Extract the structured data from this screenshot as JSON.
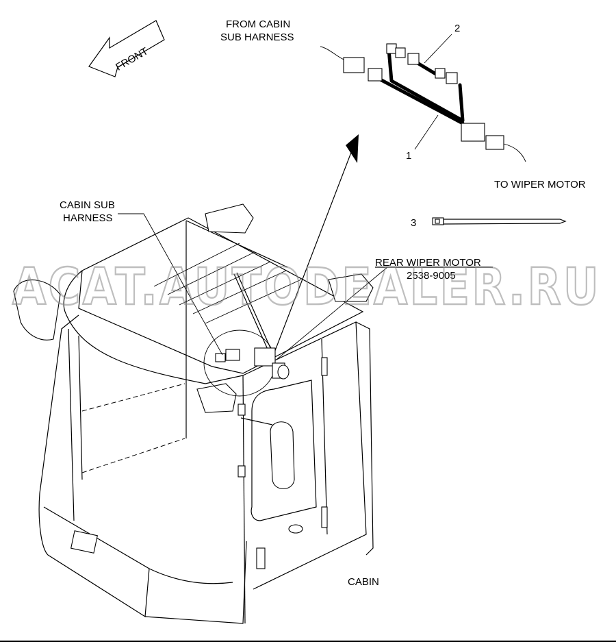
{
  "labels": {
    "front": "FRONT",
    "from_cabin_line1": "FROM CABIN",
    "from_cabin_line2": "SUB HARNESS",
    "to_wiper_motor": "TO WIPER MOTOR",
    "cabin_sub_line1": "CABIN SUB",
    "cabin_sub_line2": "HARNESS",
    "rear_wiper_motor": "REAR WIPER MOTOR",
    "part_number": "2538-9005",
    "cabin": "CABIN"
  },
  "callouts": [
    "1",
    "2",
    "3"
  ],
  "watermark": "ACAT.AUTODEALER.RU"
}
